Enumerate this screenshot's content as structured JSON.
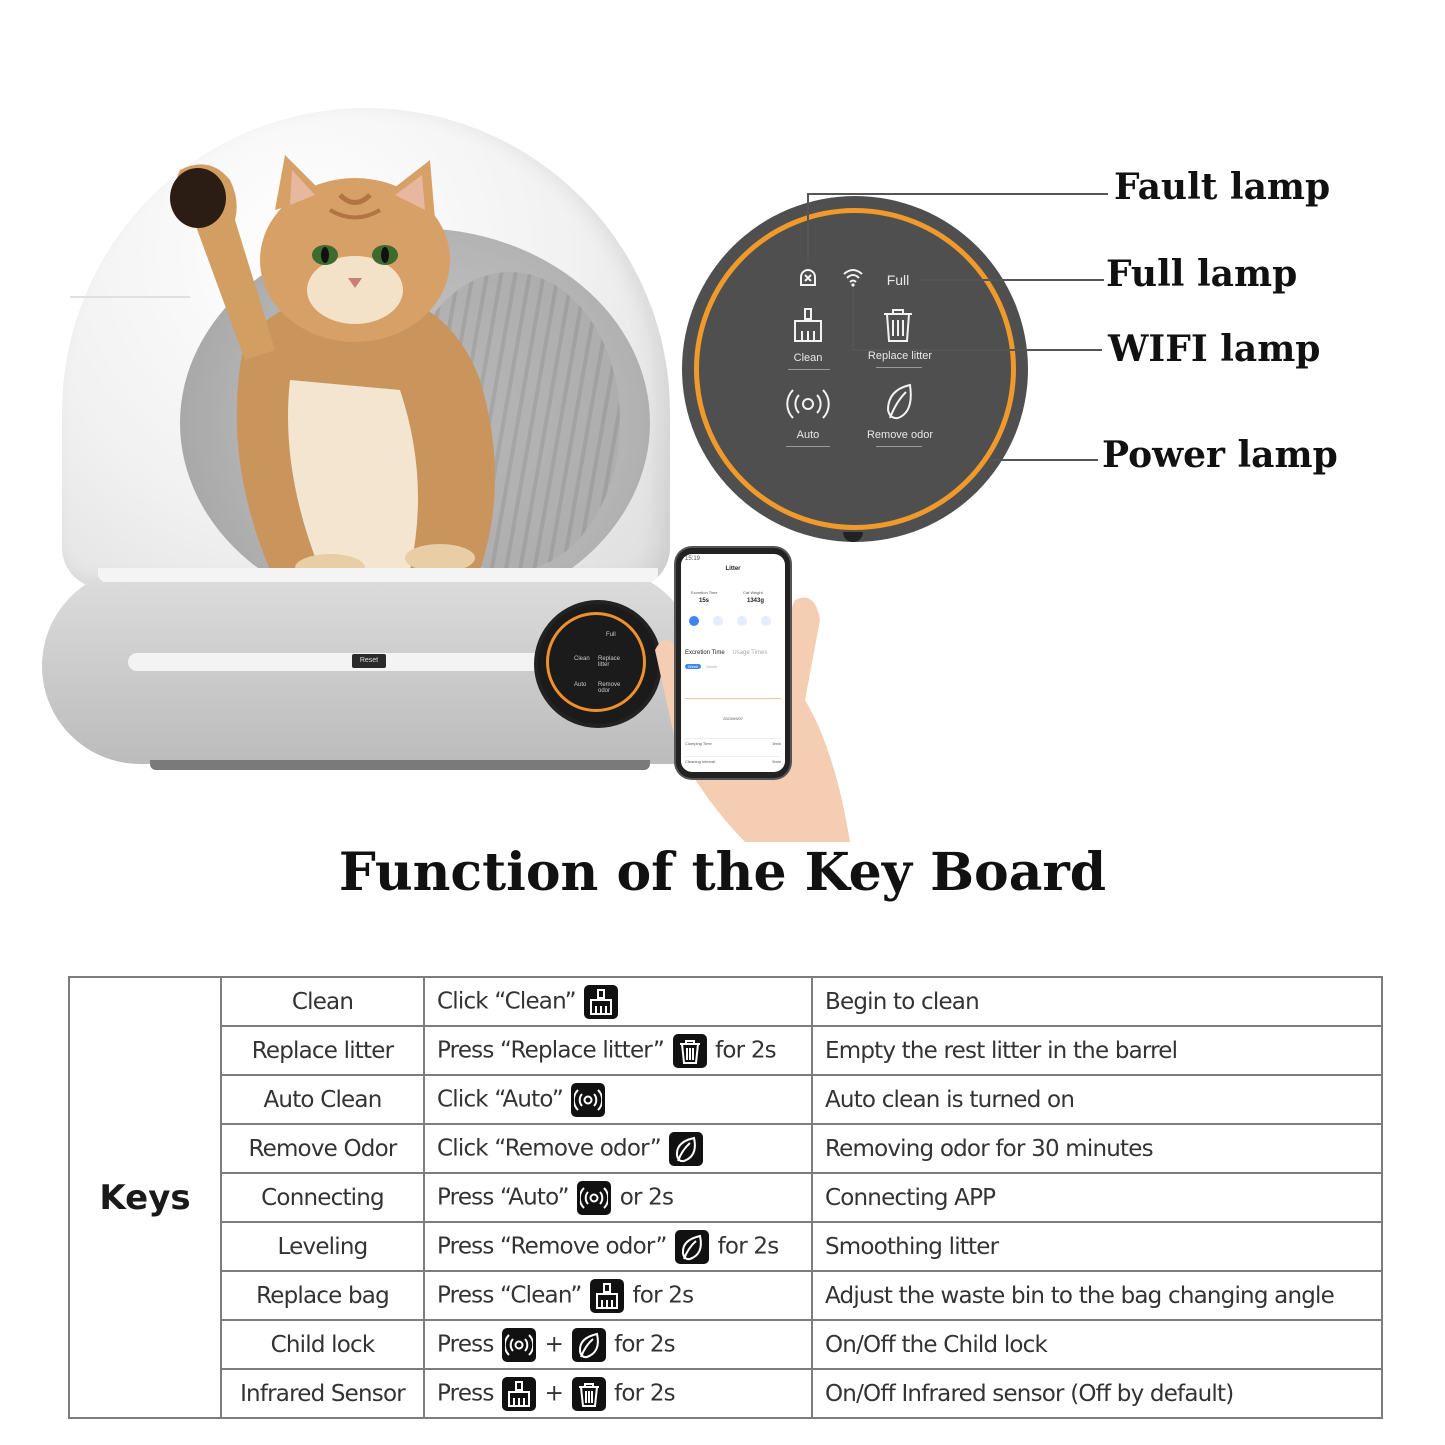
{
  "product": {
    "base_button_label": "Reset",
    "mini_panel": {
      "full": "Full",
      "clean": "Clean",
      "replace": "Replace litter",
      "auto": "Auto",
      "remove": "Remove odor"
    }
  },
  "phone_app": {
    "time": "15:19",
    "screen_title": "Litter",
    "stats": [
      {
        "label": "Excretion Time",
        "value": "15s"
      },
      {
        "label": "Cat Weight",
        "value": "1343g"
      }
    ],
    "section_tabs": [
      "Excretion Time",
      "Usage Times"
    ],
    "chips": [
      "Week",
      "Month"
    ],
    "date": "2023/09/07",
    "settings": [
      {
        "label": "Clumping Time",
        "value": "3min"
      },
      {
        "label": "Cleaning Interval",
        "value": "5min"
      }
    ]
  },
  "control_panel": {
    "full_label": "Full",
    "buttons": {
      "clean": "Clean",
      "replace": "Replace litter",
      "auto": "Auto",
      "remove": "Remove odor"
    }
  },
  "callouts": {
    "fault": "Fault lamp",
    "full": "Full lamp",
    "wifi": "WIFI lamp",
    "power": "Power lamp"
  },
  "title": "Function of the Key Board",
  "table": {
    "side_header": "Keys",
    "rows": [
      {
        "key": "Clean",
        "action_prefix": "Click “Clean”",
        "icons": [
          "broom-icon"
        ],
        "action_suffix": "",
        "desc": "Begin to clean"
      },
      {
        "key": "Replace litter",
        "action_prefix": "Press “Replace litter”",
        "icons": [
          "trash-icon"
        ],
        "action_suffix": "for 2s",
        "desc": "Empty the rest litter in the barrel"
      },
      {
        "key": "Auto Clean",
        "action_prefix": "Click “Auto”",
        "icons": [
          "signal-icon"
        ],
        "action_suffix": "",
        "desc": "Auto clean is turned on"
      },
      {
        "key": "Remove Odor",
        "action_prefix": "Click “Remove odor”",
        "icons": [
          "leaf-icon"
        ],
        "action_suffix": "",
        "desc": "Removing odor for 30 minutes"
      },
      {
        "key": "Connecting",
        "action_prefix": "Press “Auto”",
        "icons": [
          "signal-icon"
        ],
        "action_suffix": "or 2s",
        "desc": "Connecting APP"
      },
      {
        "key": "Leveling",
        "action_prefix": "Press “Remove odor”",
        "icons": [
          "leaf-icon"
        ],
        "action_suffix": "for 2s",
        "desc": "Smoothing litter"
      },
      {
        "key": "Replace bag",
        "action_prefix": "Press “Clean”",
        "icons": [
          "broom-icon"
        ],
        "action_suffix": "for 2s",
        "desc": "Adjust the waste bin to the bag changing angle"
      },
      {
        "key": "Child lock",
        "action_prefix": "Press",
        "icons": [
          "signal-icon",
          "leaf-icon"
        ],
        "action_suffix": "for 2s",
        "desc": "On/Off the Child lock"
      },
      {
        "key": "Infrared Sensor",
        "action_prefix": "Press",
        "icons": [
          "broom-icon",
          "trash-icon"
        ],
        "action_suffix": "for 2s",
        "desc": "On/Off Infrared sensor (Off by default)"
      }
    ]
  }
}
